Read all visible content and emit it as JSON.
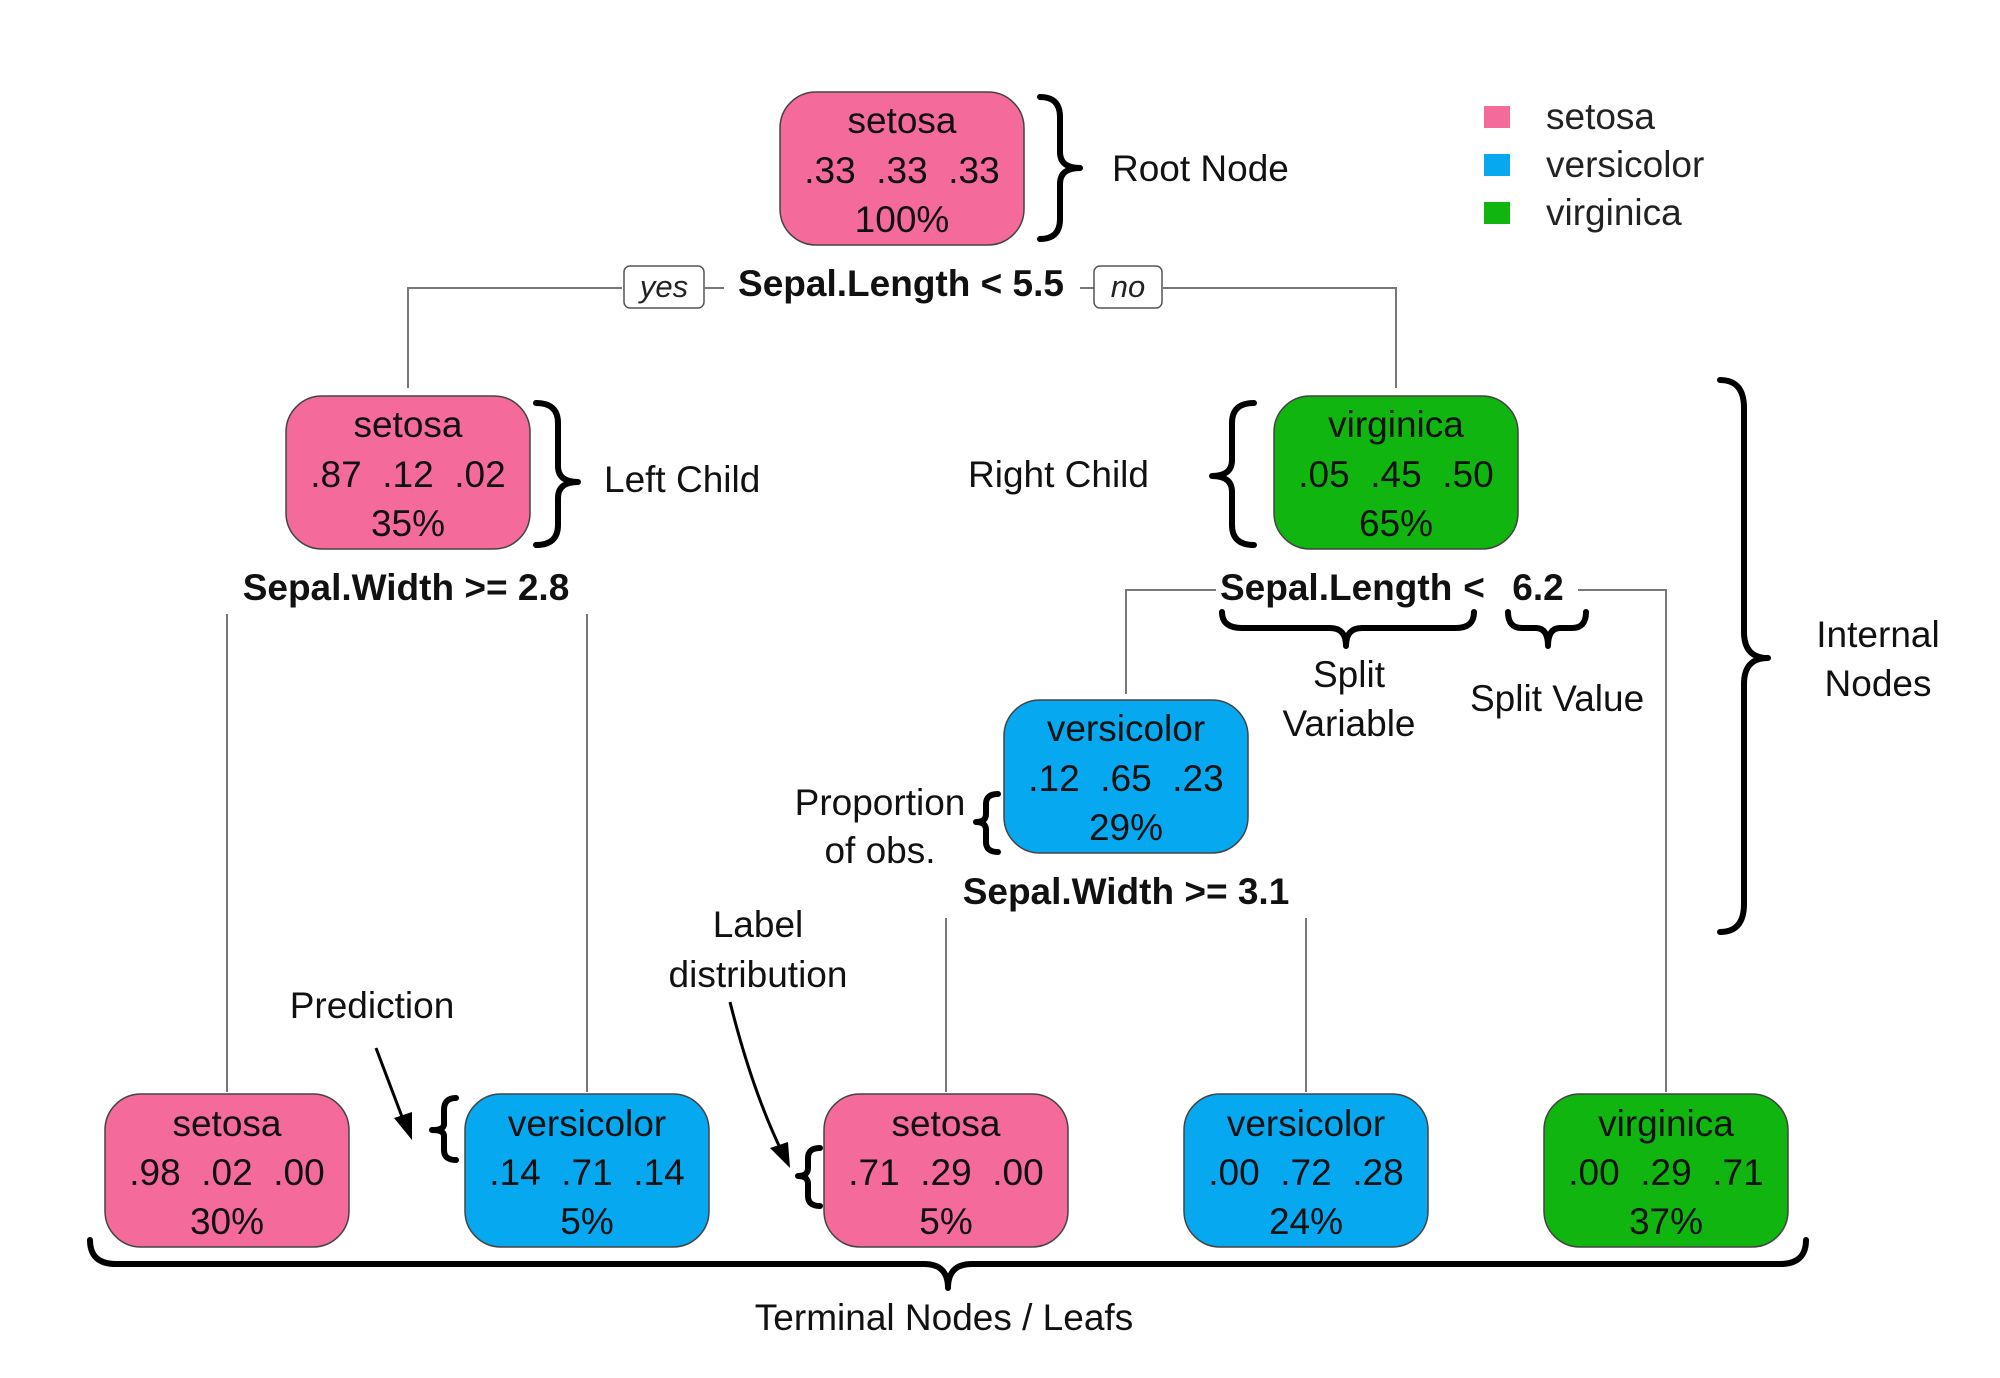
{
  "colors": {
    "setosa": "#f46a9b",
    "versicolor": "#06a8f0",
    "virginica": "#10b510"
  },
  "legend": [
    {
      "label": "setosa",
      "color": "#f46a9b"
    },
    {
      "label": "versicolor",
      "color": "#06a8f0"
    },
    {
      "label": "virginica",
      "color": "#10b510"
    }
  ],
  "nodes": {
    "root": {
      "cls": "setosa",
      "probs": ".33  .33  .33",
      "pct": "100%"
    },
    "left": {
      "cls": "setosa",
      "probs": ".87  .12  .02",
      "pct": "35%"
    },
    "right": {
      "cls": "virginica",
      "probs": ".05  .45  .50",
      "pct": "65%"
    },
    "mid": {
      "cls": "versicolor",
      "probs": ".12  .65  .23",
      "pct": "29%"
    },
    "leaf1": {
      "cls": "setosa",
      "probs": ".98  .02  .00",
      "pct": "30%"
    },
    "leaf2": {
      "cls": "versicolor",
      "probs": ".14  .71  .14",
      "pct": "5%"
    },
    "leaf3": {
      "cls": "setosa",
      "probs": ".71  .29  .00",
      "pct": "5%"
    },
    "leaf4": {
      "cls": "versicolor",
      "probs": ".00  .72  .28",
      "pct": "24%"
    },
    "leaf5": {
      "cls": "virginica",
      "probs": ".00  .29  .71",
      "pct": "37%"
    }
  },
  "splits": {
    "root": "Sepal.Length < 5.5",
    "left": "Sepal.Width >= 2.8",
    "right_var": "Sepal.Length",
    "right_op": "<",
    "right_val": "6.2",
    "mid": "Sepal.Width >= 3.1"
  },
  "branch_labels": {
    "yes": "yes",
    "no": "no"
  },
  "annotations": {
    "root_node": "Root Node",
    "left_child": "Left Child",
    "right_child": "Right Child",
    "split_variable": [
      "Split",
      "Variable"
    ],
    "split_value": "Split Value",
    "internal_nodes": [
      "Internal",
      "Nodes"
    ],
    "proportion": [
      "Proportion",
      "of obs."
    ],
    "label_distribution": [
      "Label",
      "distribution"
    ],
    "prediction": "Prediction",
    "terminal": "Terminal Nodes / Leafs"
  }
}
